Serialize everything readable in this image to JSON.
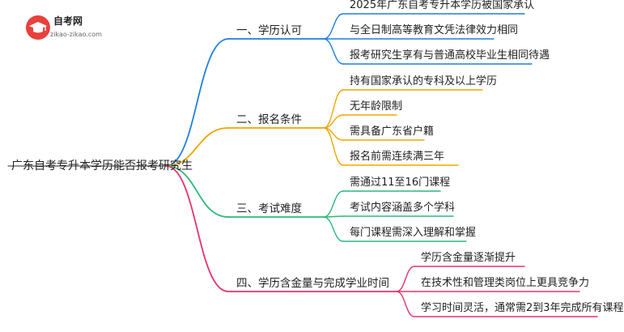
{
  "logo": {
    "title": "自考网",
    "url": "zikao-zikao.com"
  },
  "root": {
    "label": "广东自考专升本学历能否报考研究生"
  },
  "branches": [
    {
      "label": "一、学历认可",
      "color": "#1E7FE0",
      "leaves": [
        "2025年广东自考专升本学历被国家承认",
        "与全日制高等教育文凭法律效力相同",
        "报考研究生享有与普通高校毕业生相同待遇"
      ]
    },
    {
      "label": "二、报名条件",
      "color": "#F0A500",
      "leaves": [
        "持有国家承认的专科及以上学历",
        "无年龄限制",
        "需具备广东省户籍",
        "报名前需连续满三年"
      ]
    },
    {
      "label": "三、考试难度",
      "color": "#2DB87A",
      "leaves": [
        "需通过11至16门课程",
        "考试内容涵盖多个学科",
        "每门课程需深入理解和掌握"
      ]
    },
    {
      "label": "四、学历含金量与完成学业时间",
      "color": "#E8326B",
      "leaves": [
        "学历含金量逐渐提升",
        "在技术性和管理类岗位上更具竞争力",
        "学习时间灵活，通常需2到3年完成所有课程"
      ]
    }
  ]
}
